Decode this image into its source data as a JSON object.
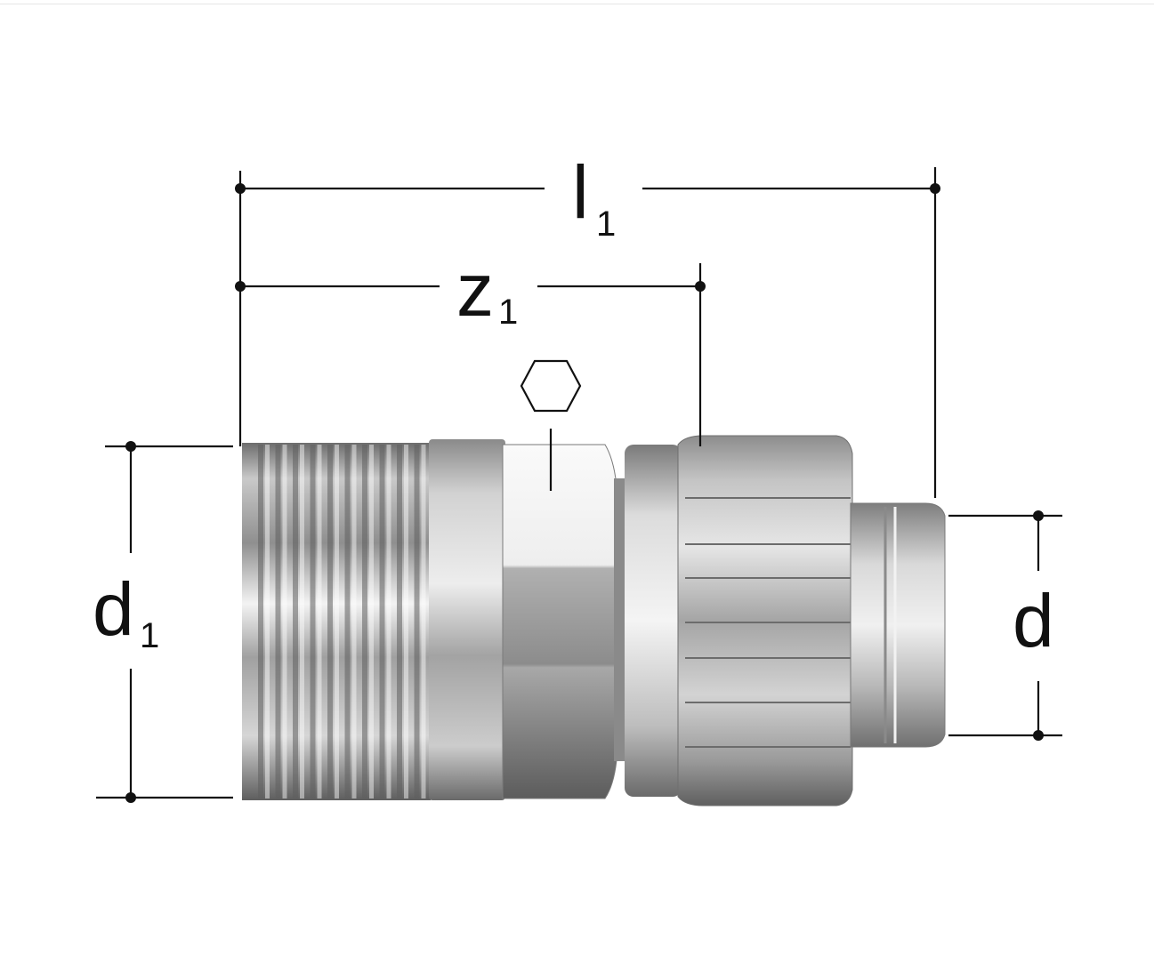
{
  "labels": {
    "l": "l",
    "l_sub": "1",
    "z": "z",
    "z_sub": "1",
    "d1": "d",
    "d1_sub": "1",
    "d": "d"
  },
  "icons": {
    "hex": "hexagon-wrench-size-icon"
  },
  "colors": {
    "ink": "#111111",
    "metal_light": "#efefef",
    "metal_mid": "#b5b5b5",
    "metal_dark": "#6e6e6e"
  }
}
